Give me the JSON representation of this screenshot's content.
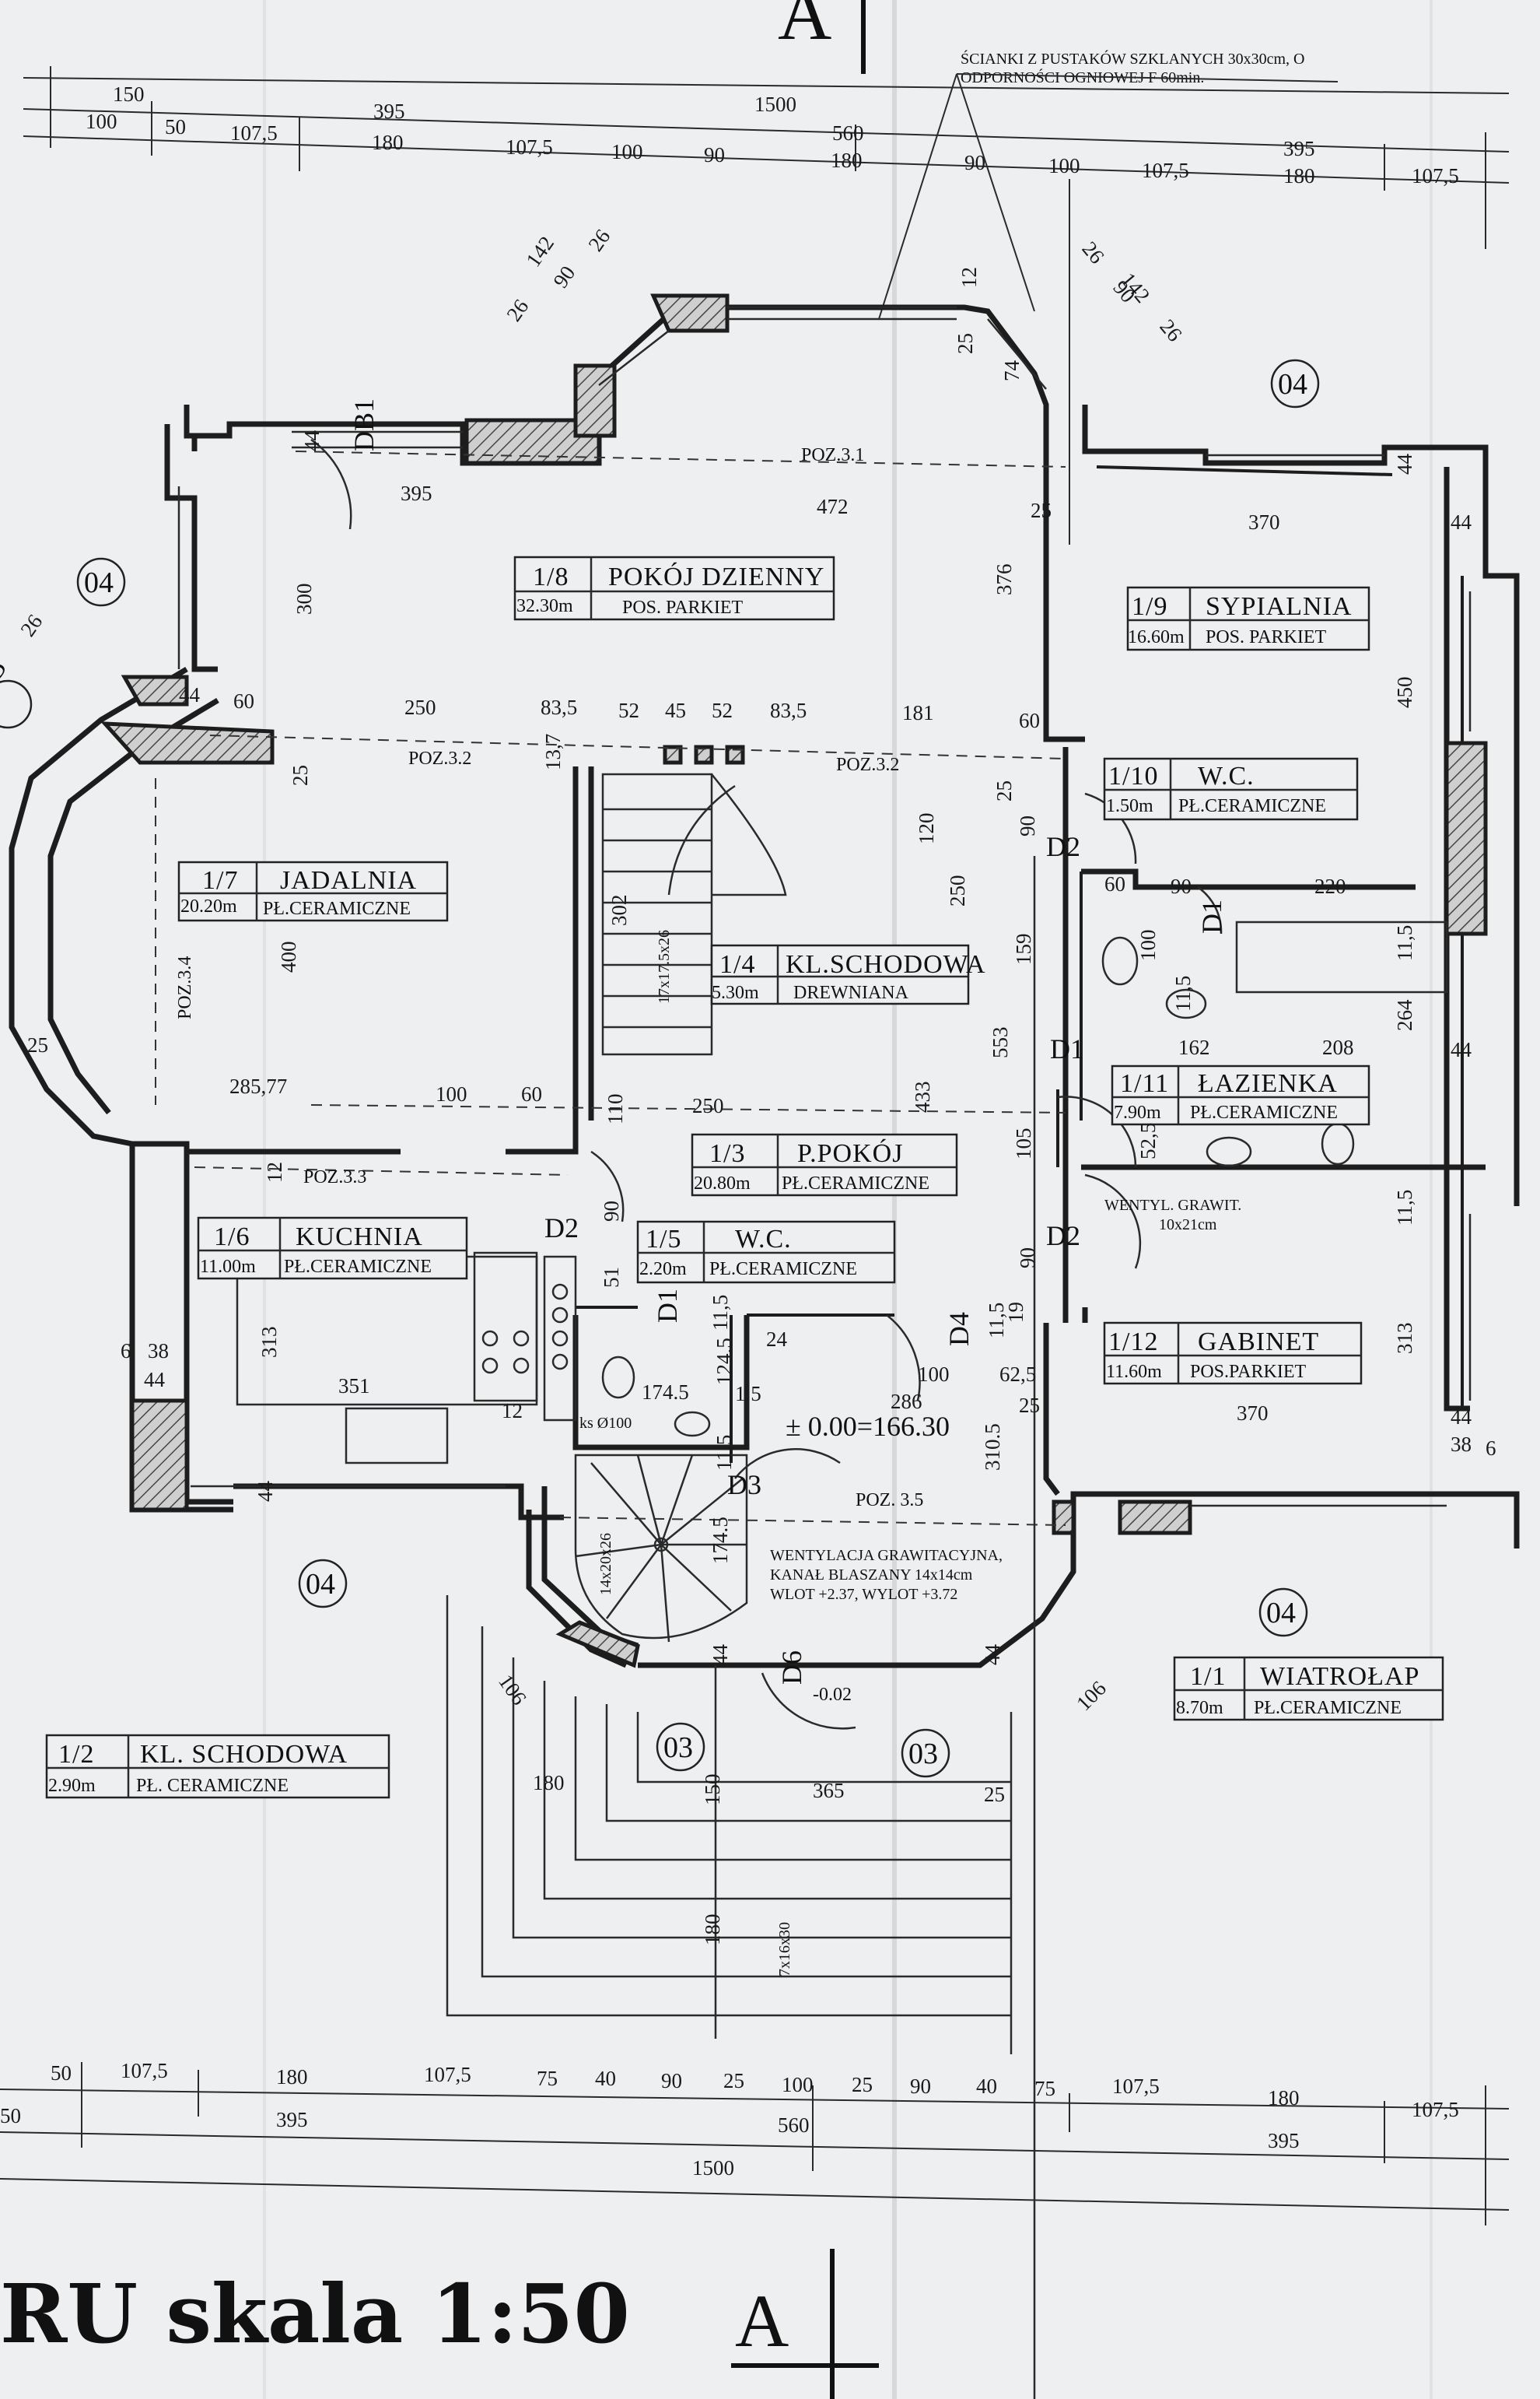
{
  "top_dims": {
    "row1": [
      "150",
      "1500"
    ],
    "row2": [
      "395",
      "560",
      "395"
    ],
    "row3": [
      "100",
      "50",
      "107,5",
      "180",
      "107,5",
      "100",
      "90",
      "180",
      "90",
      "100",
      "107,5",
      "180",
      "107,5"
    ]
  },
  "bottom_dims": {
    "row1": [
      "50",
      "107,5",
      "180",
      "107,5",
      "75",
      "40",
      "90",
      "25",
      "100",
      "25",
      "90",
      "40",
      "75",
      "107,5",
      "180",
      "107,5"
    ],
    "row2": [
      "50",
      "395",
      "560",
      "395"
    ],
    "row3": [
      "1500"
    ]
  },
  "note_top": [
    "ŚCIANKI Z PUSTAKÓW SZKLANYCH 30x30cm, O",
    "ODPORNOŚCI OGNIOWEJ F 60min."
  ],
  "rooms": [
    {
      "id": "1/8",
      "name": "POKÓJ DZIENNY",
      "area": "32.30m",
      "floor": "POS. PARKIET"
    },
    {
      "id": "1/9",
      "name": "SYPIALNIA",
      "area": "16.60m",
      "floor": "POS. PARKIET"
    },
    {
      "id": "1/10",
      "name": "W.C.",
      "area": "1.50m",
      "floor": "PŁ.CERAMICZNE"
    },
    {
      "id": "1/7",
      "name": "JADALNIA",
      "area": "20.20m",
      "floor": "PŁ.CERAMICZNE"
    },
    {
      "id": "1/4",
      "name": "KL.SCHODOWA",
      "area": "5.30m",
      "floor": "DREWNIANA"
    },
    {
      "id": "1/11",
      "name": "ŁAZIENKA",
      "area": "7.90m",
      "floor": "PŁ.CERAMICZNE"
    },
    {
      "id": "1/3",
      "name": "P.POKÓJ",
      "area": "20.80m",
      "floor": "PŁ.CERAMICZNE"
    },
    {
      "id": "1/6",
      "name": "KUCHNIA",
      "area": "11.00m",
      "floor": "PŁ.CERAMICZNE"
    },
    {
      "id": "1/5",
      "name": "W.C.",
      "area": "2.20m",
      "floor": "PŁ.CERAMICZNE"
    },
    {
      "id": "1/12",
      "name": "GABINET",
      "area": "11.60m",
      "floor": "POS.PARKIET"
    },
    {
      "id": "1/2",
      "name": "KL. SCHODOWA",
      "area": "2.90m",
      "floor": "PŁ. CERAMICZNE"
    },
    {
      "id": "1/1",
      "name": "WIATROŁAP",
      "area": "8.70m",
      "floor": "PŁ.CERAMICZNE"
    }
  ],
  "labels": {
    "poz31": "POZ.3.1",
    "poz32a": "POZ.3.2",
    "poz32b": "POZ.3.2",
    "poz33": "POZ.3.3",
    "poz34": "POZ.3.4",
    "poz35": "POZ. 3.5",
    "db1": "DB1",
    "d2a": "D2",
    "d1a": "D1",
    "d1b": "D1",
    "d2b": "D2",
    "d2c": "D2",
    "d1c": "D1",
    "d3": "D3",
    "d4": "D4",
    "d6": "D6",
    "level": "± 0.00=166.30",
    "level2": "-0.02",
    "stairs1": "17x17.5x26",
    "stairs2": "14x20x26",
    "stairs3": "7x16x30",
    "ks": "ks Ø100",
    "vent1": "WENTYL. GRAWIT.",
    "vent1b": "10x21cm",
    "vent2a": "WENTYLACJA GRAWITACYJNA,",
    "vent2b": "KANAŁ BLASZANY 14x14cm",
    "vent2c": "WLOT +2.37, WYLOT +3.72"
  },
  "inner_dims": [
    "142",
    "90",
    "26",
    "26",
    "142",
    "90",
    "26",
    "26",
    "12",
    "25",
    "74",
    "44",
    "395",
    "472",
    "25",
    "370",
    "44",
    "44",
    "300",
    "376",
    "450",
    "44",
    "60",
    "250",
    "83,5",
    "52",
    "45",
    "52",
    "83,5",
    "181",
    "60",
    "13,7",
    "25",
    "120",
    "250",
    "90",
    "25",
    "60",
    "90",
    "220",
    "11,5",
    "400",
    "302",
    "159",
    "100",
    "11,5",
    "264",
    "162",
    "208",
    "44",
    "553",
    "25",
    "285,77",
    "100",
    "60",
    "110",
    "250",
    "433",
    "105",
    "52,5",
    "11,5",
    "12",
    "90",
    "51",
    "11,5",
    "90",
    "19",
    "11,5",
    "313",
    "6",
    "38",
    "44",
    "313",
    "351",
    "12",
    "174.5",
    "124.5",
    "1.5",
    "24",
    "100",
    "62,5",
    "286",
    "25",
    "370",
    "44",
    "38",
    "6",
    "310.5",
    "11,5",
    "44",
    "174.5",
    "44",
    "106",
    "44",
    "106",
    "180",
    "150",
    "365",
    "25",
    "180",
    "26"
  ],
  "circles": [
    "04",
    "04",
    "03",
    "04",
    "04",
    "03",
    "03"
  ],
  "title": "RU  skala 1:50",
  "section": [
    "A",
    "A"
  ]
}
